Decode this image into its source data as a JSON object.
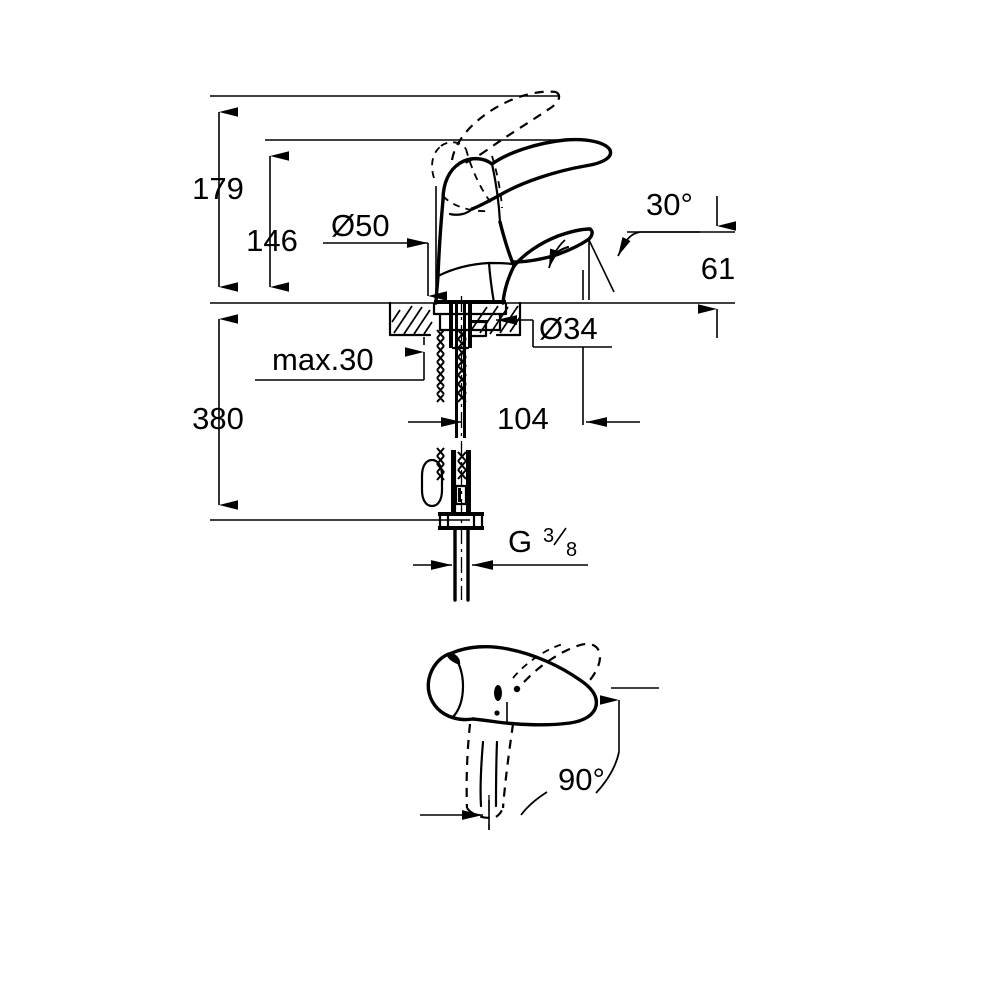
{
  "drawing": {
    "title": "Single-lever basin mixer dimensioned drawing",
    "units": "mm",
    "line_color": "#000000",
    "background_color": "#ffffff",
    "views": [
      {
        "name": "front-elevation",
        "label": ""
      },
      {
        "name": "top-plan",
        "label": ""
      }
    ]
  },
  "dimensions": {
    "total_height": "179",
    "spout_height": "146",
    "escutcheon_diameter": "Ø50",
    "max_deck_thickness": "max.30",
    "shank_and_hose_length": "380",
    "body_base_diameter": "Ø34",
    "spout_reach": "61",
    "lever_swivel_angle": "30°",
    "thread_to_hose_length": "104",
    "connection_thread_letter": "G",
    "connection_thread_numerator": "3",
    "connection_thread_denominator": "8",
    "handle_rotation_angle": "90°"
  },
  "labels": [
    {
      "name": "dim-179",
      "text": "179"
    },
    {
      "name": "dim-146",
      "text": "146"
    },
    {
      "name": "dim-d50",
      "text": "Ø50"
    },
    {
      "name": "dim-max30",
      "text": "max.30"
    },
    {
      "name": "dim-380",
      "text": "380"
    },
    {
      "name": "dim-d34",
      "text": "Ø34"
    },
    {
      "name": "dim-61",
      "text": "61"
    },
    {
      "name": "dim-30deg",
      "text": "30°"
    },
    {
      "name": "dim-104",
      "text": "104"
    },
    {
      "name": "dim-g38",
      "text": "G 3/8"
    },
    {
      "name": "dim-90deg",
      "text": "90°"
    }
  ]
}
